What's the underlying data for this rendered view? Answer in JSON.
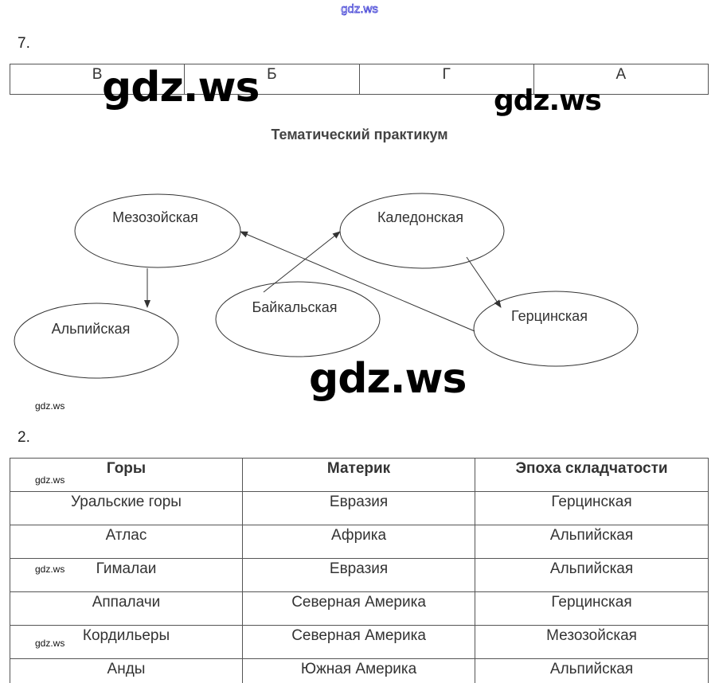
{
  "watermark": "gdz.ws",
  "task7": {
    "number": "7.",
    "answers": [
      "В",
      "Б",
      "Г",
      "А"
    ]
  },
  "practicum_title": "Тематический практикум",
  "diagram": {
    "nodes": [
      "Мезозойская",
      "Каледонская",
      "Альпийская",
      "Байкальская",
      "Герцинская"
    ],
    "arrows": [
      [
        "Мезозойская",
        "Альпийская"
      ],
      [
        "Байкальская",
        "Каледонская"
      ],
      [
        "Герцинская",
        "Мезозойская"
      ],
      [
        "Каледонская",
        "Герцинская"
      ]
    ]
  },
  "task2": {
    "number": "2.",
    "headers": [
      "Горы",
      "Материк",
      "Эпоха складчатости"
    ],
    "rows": [
      [
        "Уральские горы",
        "Евразия",
        "Герцинская"
      ],
      [
        "Атлас",
        "Африка",
        "Альпийская"
      ],
      [
        "Гималаи",
        "Евразия",
        "Альпийская"
      ],
      [
        "Аппалачи",
        "Северная Америка",
        "Герцинская"
      ],
      [
        "Кордильеры",
        "Северная Америка",
        "Мезозойская"
      ],
      [
        "Анды",
        "Южная Америка",
        "Альпийская"
      ]
    ]
  }
}
